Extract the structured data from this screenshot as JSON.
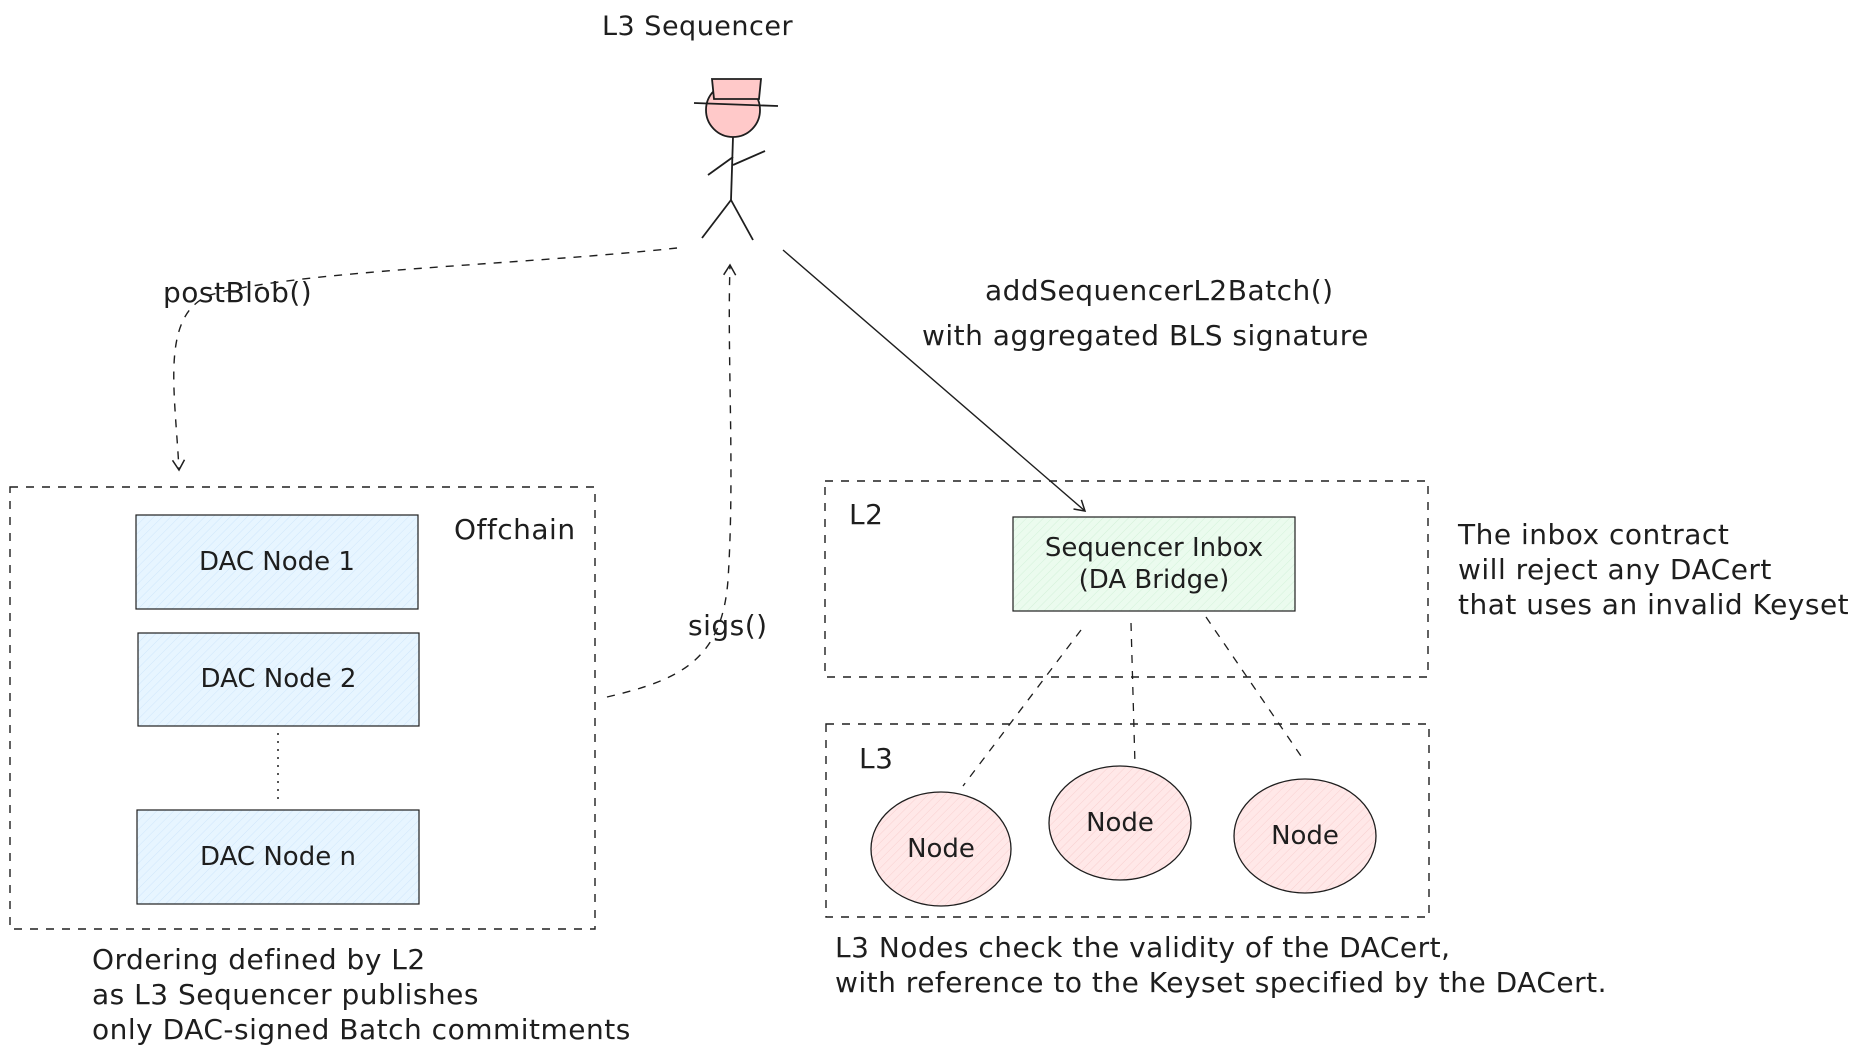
{
  "actor": {
    "label": "L3 Sequencer"
  },
  "arrows": {
    "post_blob": "postBlob()",
    "sigs": "sigs()",
    "add_batch": "addSequencerL2Batch()",
    "add_batch_sub": "with aggregated BLS signature"
  },
  "offchain": {
    "label": "Offchain",
    "nodes": [
      "DAC Node 1",
      "DAC Node 2",
      "DAC Node n"
    ],
    "note": "Ordering defined by L2\nas L3 Sequencer publishes\nonly DAC-signed Batch commitments"
  },
  "l2": {
    "label": "L2",
    "inbox": "Sequencer Inbox\n(DA Bridge)",
    "note": "The inbox contract\nwill reject any DACert\nthat uses an invalid Keyset"
  },
  "l3": {
    "label": "L3",
    "nodes": [
      "Node",
      "Node",
      "Node"
    ],
    "note": "L3 Nodes check the validity of the DACert,\nwith reference to the Keyset specified by the DACert."
  },
  "colors": {
    "stroke": "#1e1e1e",
    "dac_fill": "#e7f5ff",
    "inbox_fill": "#ebfbee",
    "node_fill": "#ffe3e3",
    "head_fill": "#ffc9c9"
  }
}
